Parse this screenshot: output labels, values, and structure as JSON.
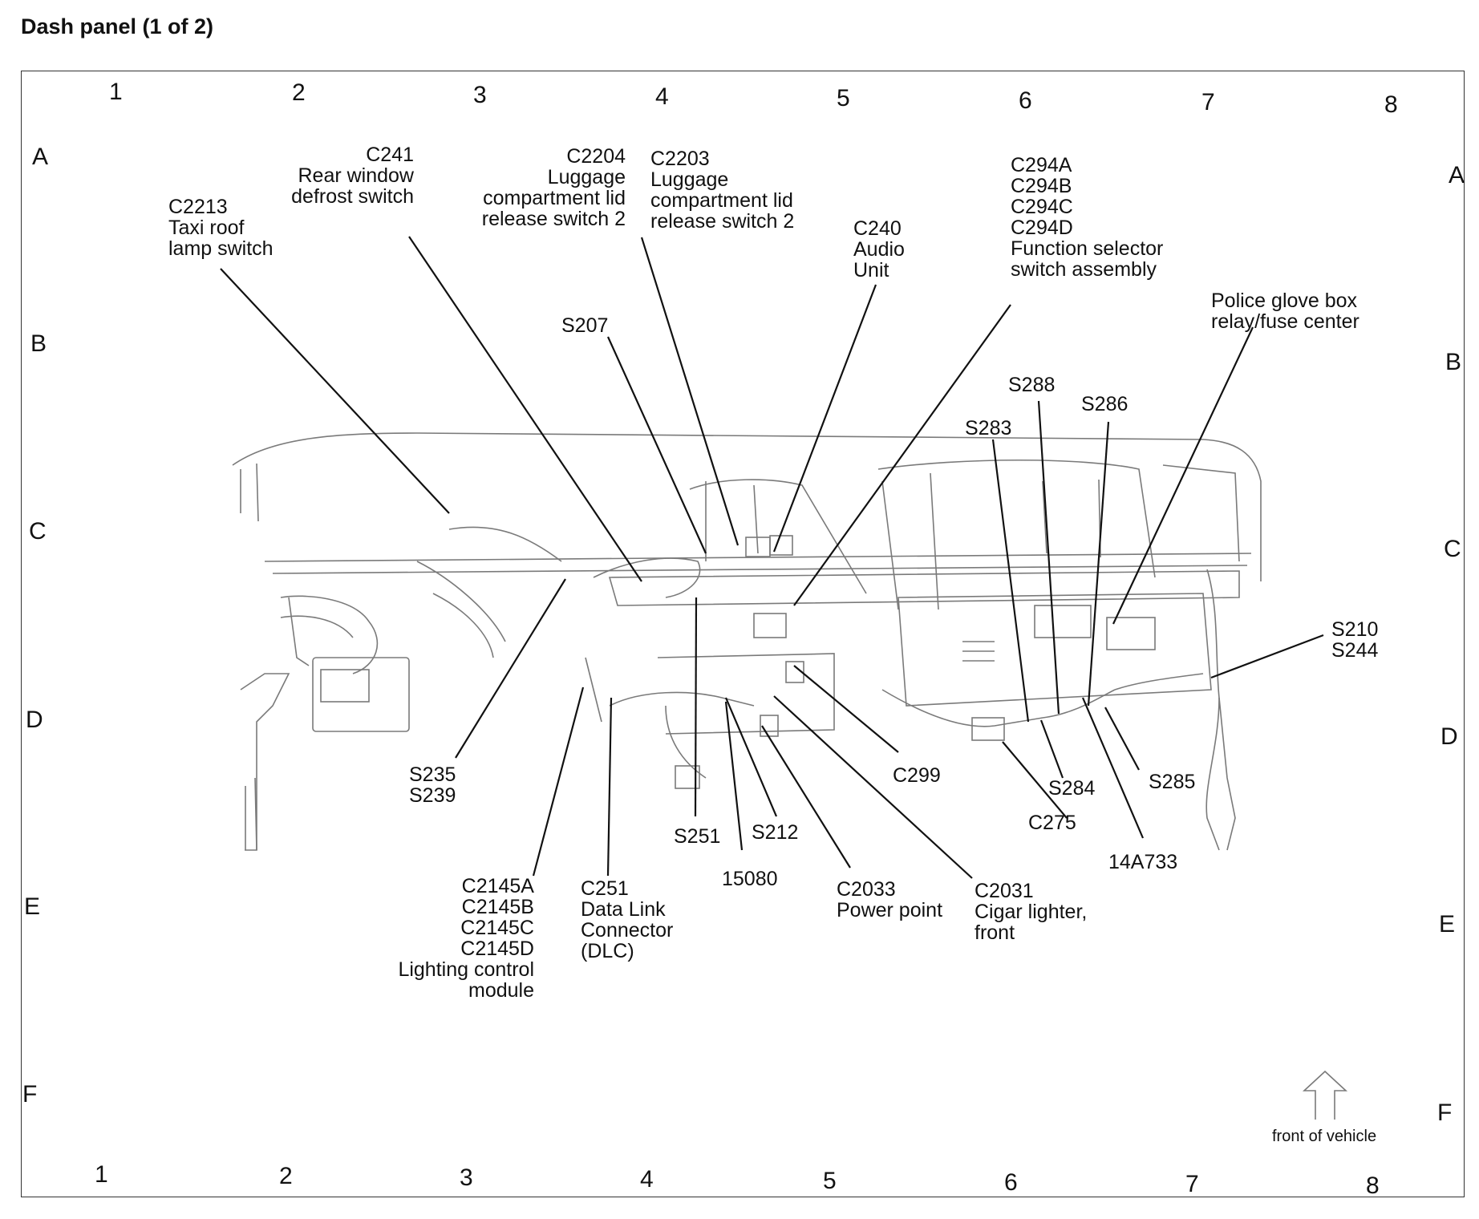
{
  "title": "Dash panel (1 of 2)",
  "grid": {
    "columns": [
      "1",
      "2",
      "3",
      "4",
      "5",
      "6",
      "7",
      "8"
    ],
    "rows": [
      "A",
      "B",
      "C",
      "D",
      "E",
      "F"
    ]
  },
  "callouts": {
    "c2213": "C2213\nTaxi roof\nlamp switch",
    "c241": "C241\nRear window\ndefrost switch",
    "c2204": "C2204\nLuggage\ncompartment lid\nrelease switch 2",
    "c2203": "C2203\nLuggage\ncompartment lid\nrelease switch 2",
    "c240": "C240\nAudio\nUnit",
    "c294": "C294A\nC294B\nC294C\nC294D\nFunction selector\nswitch assembly",
    "police": "Police glove box\nrelay/fuse center",
    "s207": "S207",
    "s288": "S288",
    "s286": "S286",
    "s283": "S283",
    "s210": "S210\nS244",
    "s235": "S235\nS239",
    "c299": "C299",
    "s284": "S284",
    "s285": "S285",
    "c275": "C275",
    "s251": "S251",
    "s212": "S212",
    "n15080": "15080",
    "n14a733": "14A733",
    "c2145": "C2145A\nC2145B\nC2145C\nC2145D\nLighting control\nmodule",
    "c251": "C251\nData Link\nConnector\n(DLC)",
    "c2033": "C2033\nPower point",
    "c2031": "C2031\nCigar lighter,\nfront"
  },
  "front_label": "front of vehicle",
  "colors": {
    "ink": "#111111",
    "sketch": "#7a7a7a"
  }
}
